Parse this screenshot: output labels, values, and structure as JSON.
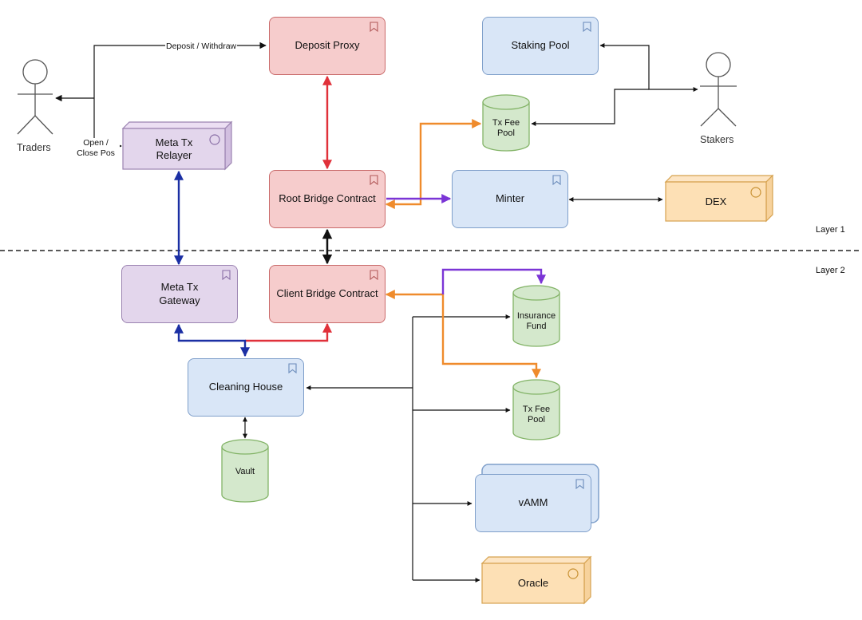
{
  "layers": {
    "layer1": "Layer 1",
    "layer2": "Layer 2"
  },
  "actors": {
    "traders": "Traders",
    "stakers": "Stakers"
  },
  "edge_labels": {
    "deposit_withdraw": "Deposit / Withdraw",
    "open_close": "Open /\nClose Pos"
  },
  "boxes": {
    "deposit_proxy": "Deposit Proxy",
    "staking_pool": "Staking Pool",
    "root_bridge": "Root Bridge Contract",
    "minter": "Minter",
    "client_bridge": "Client Bridge Contract",
    "meta_tx_gateway": "Meta Tx\nGateway",
    "cleaning_house": "Cleaning House",
    "vamm": "vAMM"
  },
  "nodes3d": {
    "meta_tx_relayer": "Meta Tx\nRelayer",
    "dex": "DEX",
    "oracle": "Oracle"
  },
  "cylinders": {
    "tx_fee_pool_l1": "Tx Fee\nPool",
    "insurance_fund": "Insurance\nFund",
    "tx_fee_pool_l2": "Tx Fee\nPool",
    "vault": "Vault"
  },
  "colors": {
    "red": "#e0313a",
    "blue": "#1b2fa4",
    "orange": "#ef8b2c",
    "purple": "#7b35d6",
    "black": "#111111"
  }
}
